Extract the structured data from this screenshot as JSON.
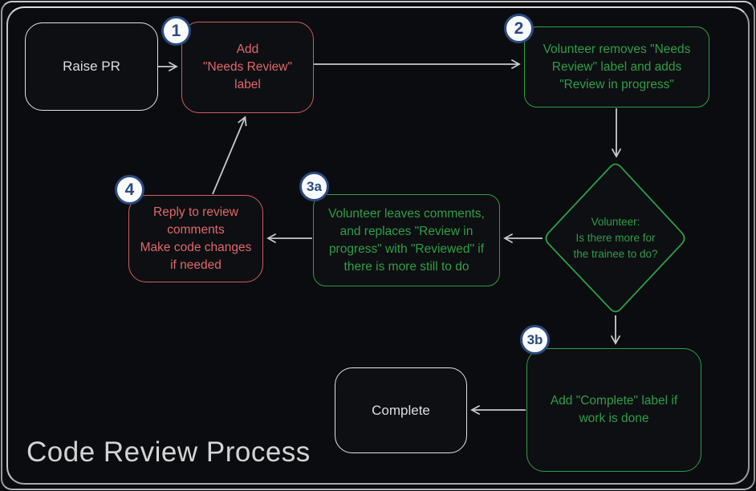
{
  "title": "Code Review Process",
  "nodes": {
    "raise_pr": {
      "label": "Raise PR"
    },
    "box1": {
      "badge": "1",
      "lines": [
        "Add",
        "\"Needs Review\"",
        "label"
      ]
    },
    "box2": {
      "badge": "2",
      "lines": [
        "Volunteer removes \"Needs",
        "Review\" label and adds",
        "\"Review in progress\""
      ]
    },
    "decision": {
      "lines": [
        "Volunteer:",
        "Is there more for",
        "the trainee to do?"
      ]
    },
    "box3a": {
      "badge": "3a",
      "lines": [
        "Volunteer leaves comments,",
        "and replaces \"Review in",
        "progress\" with \"Reviewed\" if",
        "there is more still to do"
      ]
    },
    "box4": {
      "badge": "4",
      "lines": [
        "Reply to review",
        "comments",
        "Make code changes",
        "if needed"
      ]
    },
    "box3b": {
      "badge": "3b",
      "lines": [
        "Add \"Complete\" label if",
        "work is done"
      ]
    },
    "complete": {
      "label": "Complete"
    }
  },
  "colors": {
    "red": "#df686b",
    "red_border": "#ca5f62",
    "green": "#2f9e47",
    "neutral_text": "#dedede",
    "badge_blue": "#2b4a80",
    "arrow": "#c9c9c9",
    "background": "#0e0f12",
    "frame": "#b5b5b5"
  }
}
